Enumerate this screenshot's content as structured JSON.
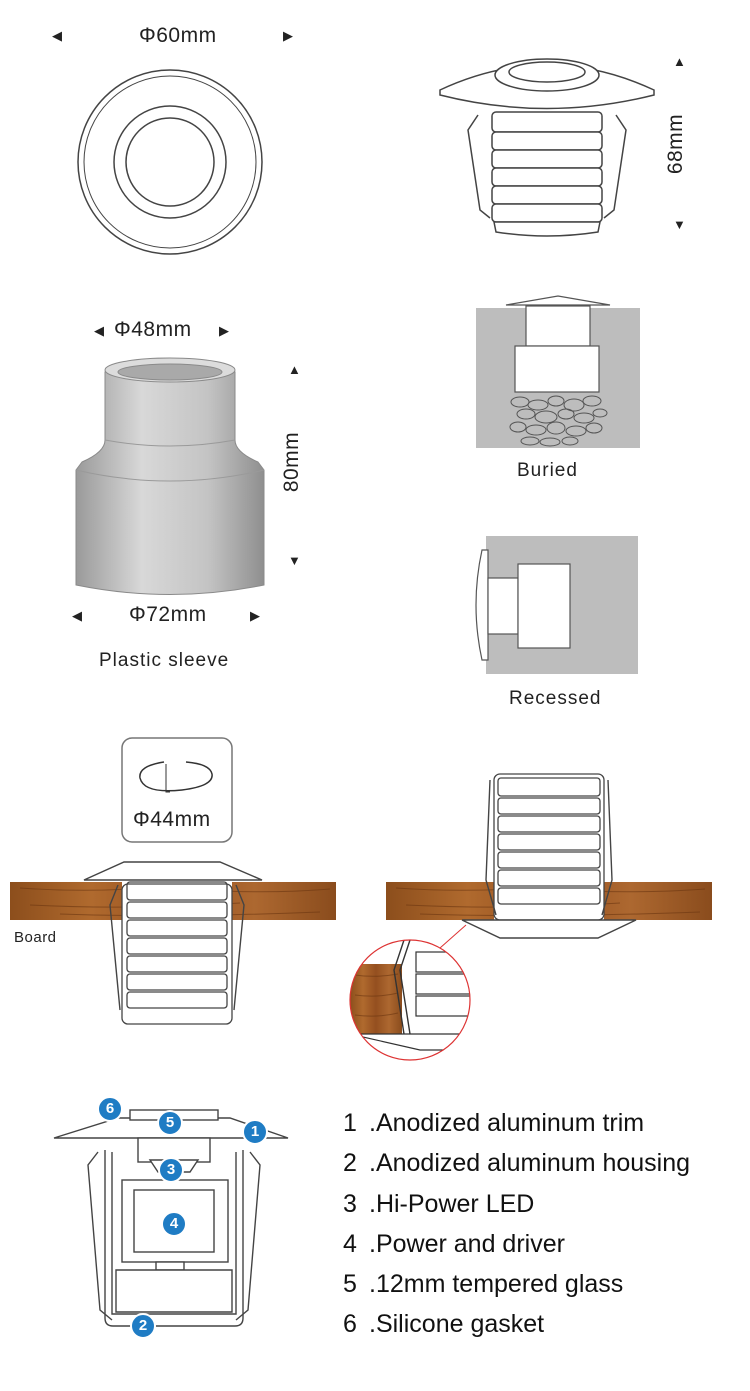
{
  "dimensions": {
    "top_diameter": "Φ60mm",
    "top_height": "68mm",
    "sleeve_inner_diameter": "Φ48mm",
    "sleeve_height": "80mm",
    "sleeve_outer_diameter": "Φ72mm",
    "cutout_diameter": "Φ44mm"
  },
  "captions": {
    "sleeve": "Plastic sleeve",
    "buried": "Buried",
    "recessed": "Recessed",
    "board": "Board"
  },
  "components": [
    {
      "number": "1",
      "label": "Anodized aluminum trim"
    },
    {
      "number": "2",
      "label": "Anodized aluminum housing"
    },
    {
      "number": "3",
      "label": "Hi-Power LED"
    },
    {
      "number": "4",
      "label": "Power and driver"
    },
    {
      "number": "5",
      "label": "12mm tempered glass"
    },
    {
      "number": "6",
      "label": "Silicone gasket"
    }
  ],
  "colors": {
    "badge": "#1f7cc4",
    "wood": "#9a5a24",
    "concrete": "#b9b9b9",
    "sleeve": "#c7c7c7"
  }
}
